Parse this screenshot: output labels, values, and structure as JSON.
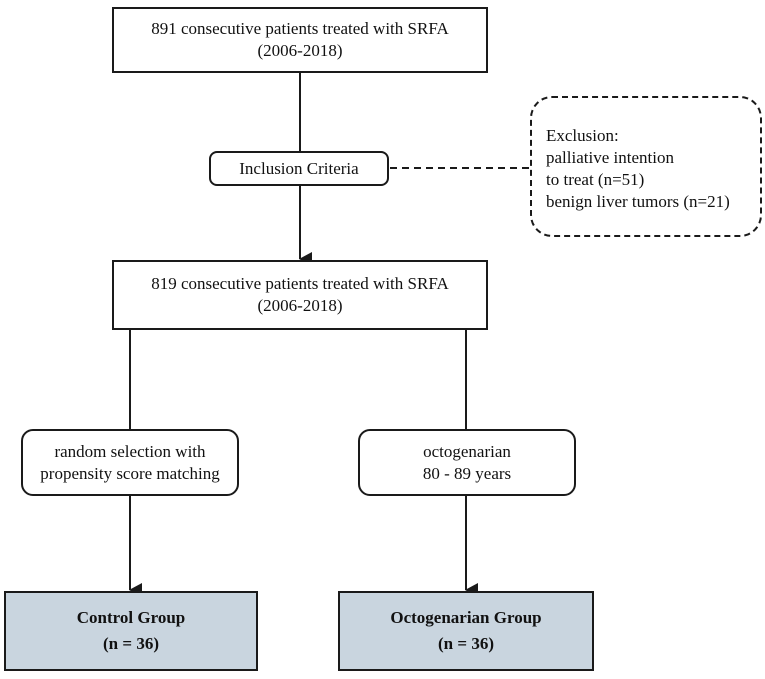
{
  "top_box": {
    "line1": "891 consecutive patients treated with SRFA",
    "line2": "(2006-2018)"
  },
  "inclusion": {
    "label": "Inclusion Criteria"
  },
  "exclusion": {
    "title": "Exclusion:",
    "line1": "palliative intention",
    "line2": "to treat (n=51)",
    "line3": "benign liver tumors (n=21)"
  },
  "middle_box": {
    "line1": "819 consecutive patients treated with SRFA",
    "line2": "(2006-2018)"
  },
  "left_criteria": {
    "line1": "random selection with",
    "line2": "propensity score matching"
  },
  "right_criteria": {
    "line1": "octogenarian",
    "line2": "80 - 89 years"
  },
  "control_group": {
    "name": "Control Group",
    "count": "(n = 36)"
  },
  "octogenarian_group": {
    "name": "Octogenarian Group",
    "count": "(n = 36)"
  },
  "colors": {
    "result_fill": "#c9d5df",
    "stroke": "#1a1a1a"
  }
}
